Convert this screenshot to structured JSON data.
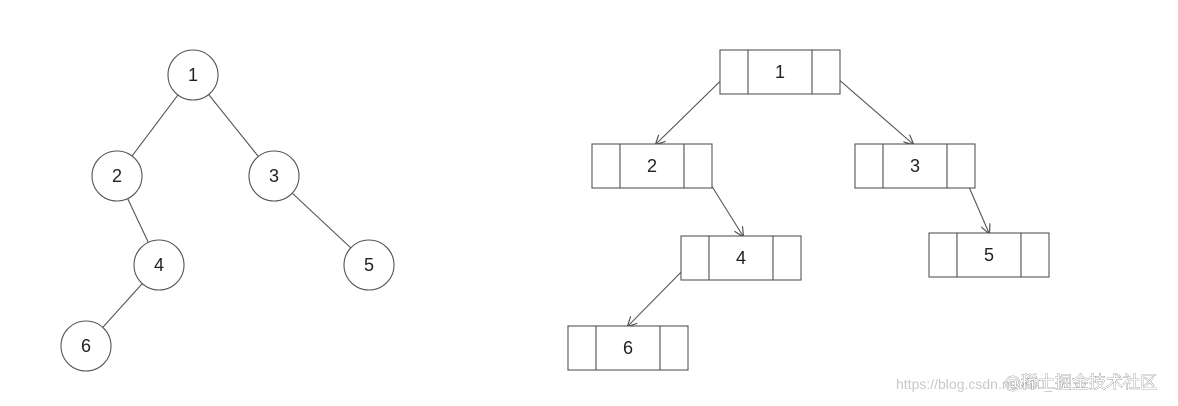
{
  "tree_diagram": {
    "nodes": [
      {
        "id": "1",
        "label": "1"
      },
      {
        "id": "2",
        "label": "2"
      },
      {
        "id": "3",
        "label": "3"
      },
      {
        "id": "4",
        "label": "4"
      },
      {
        "id": "5",
        "label": "5"
      },
      {
        "id": "6",
        "label": "6"
      }
    ],
    "edges": [
      [
        "1",
        "2"
      ],
      [
        "1",
        "3"
      ],
      [
        "2",
        "4"
      ],
      [
        "3",
        "5"
      ],
      [
        "4",
        "6"
      ]
    ]
  },
  "linked_diagram": {
    "nodes": [
      {
        "id": "1",
        "label": "1"
      },
      {
        "id": "2",
        "label": "2"
      },
      {
        "id": "3",
        "label": "3"
      },
      {
        "id": "4",
        "label": "4"
      },
      {
        "id": "5",
        "label": "5"
      },
      {
        "id": "6",
        "label": "6"
      }
    ],
    "edges": [
      [
        "1",
        "2"
      ],
      [
        "1",
        "3"
      ],
      [
        "2",
        "4"
      ],
      [
        "3",
        "5"
      ],
      [
        "4",
        "6"
      ]
    ]
  },
  "watermark": {
    "url": "https://blog.csdn.net/m0_",
    "brand": "@稀土掘金技术社区"
  },
  "colors": {
    "stroke": "#555555",
    "text": "#222222",
    "background": "#ffffff"
  }
}
